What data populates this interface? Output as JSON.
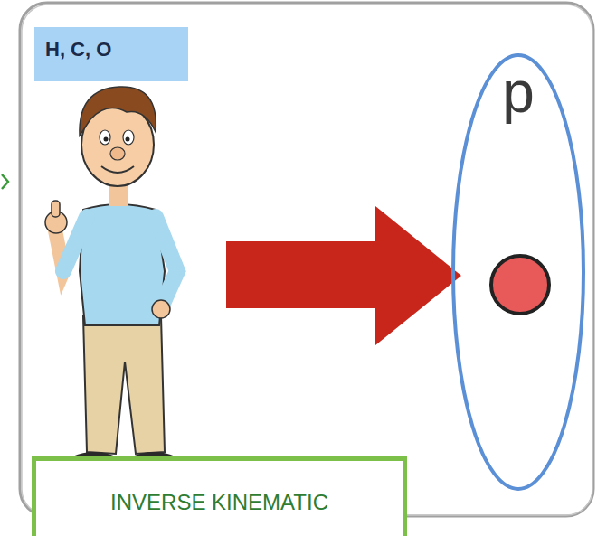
{
  "diagram": {
    "nodes": [
      {
        "text": [
          "H, C, O"
        ]
      },
      {
        "text": [
          "p"
        ]
      },
      {
        "text": [
          "INVERSE KINEMATIC"
        ]
      }
    ]
  }
}
